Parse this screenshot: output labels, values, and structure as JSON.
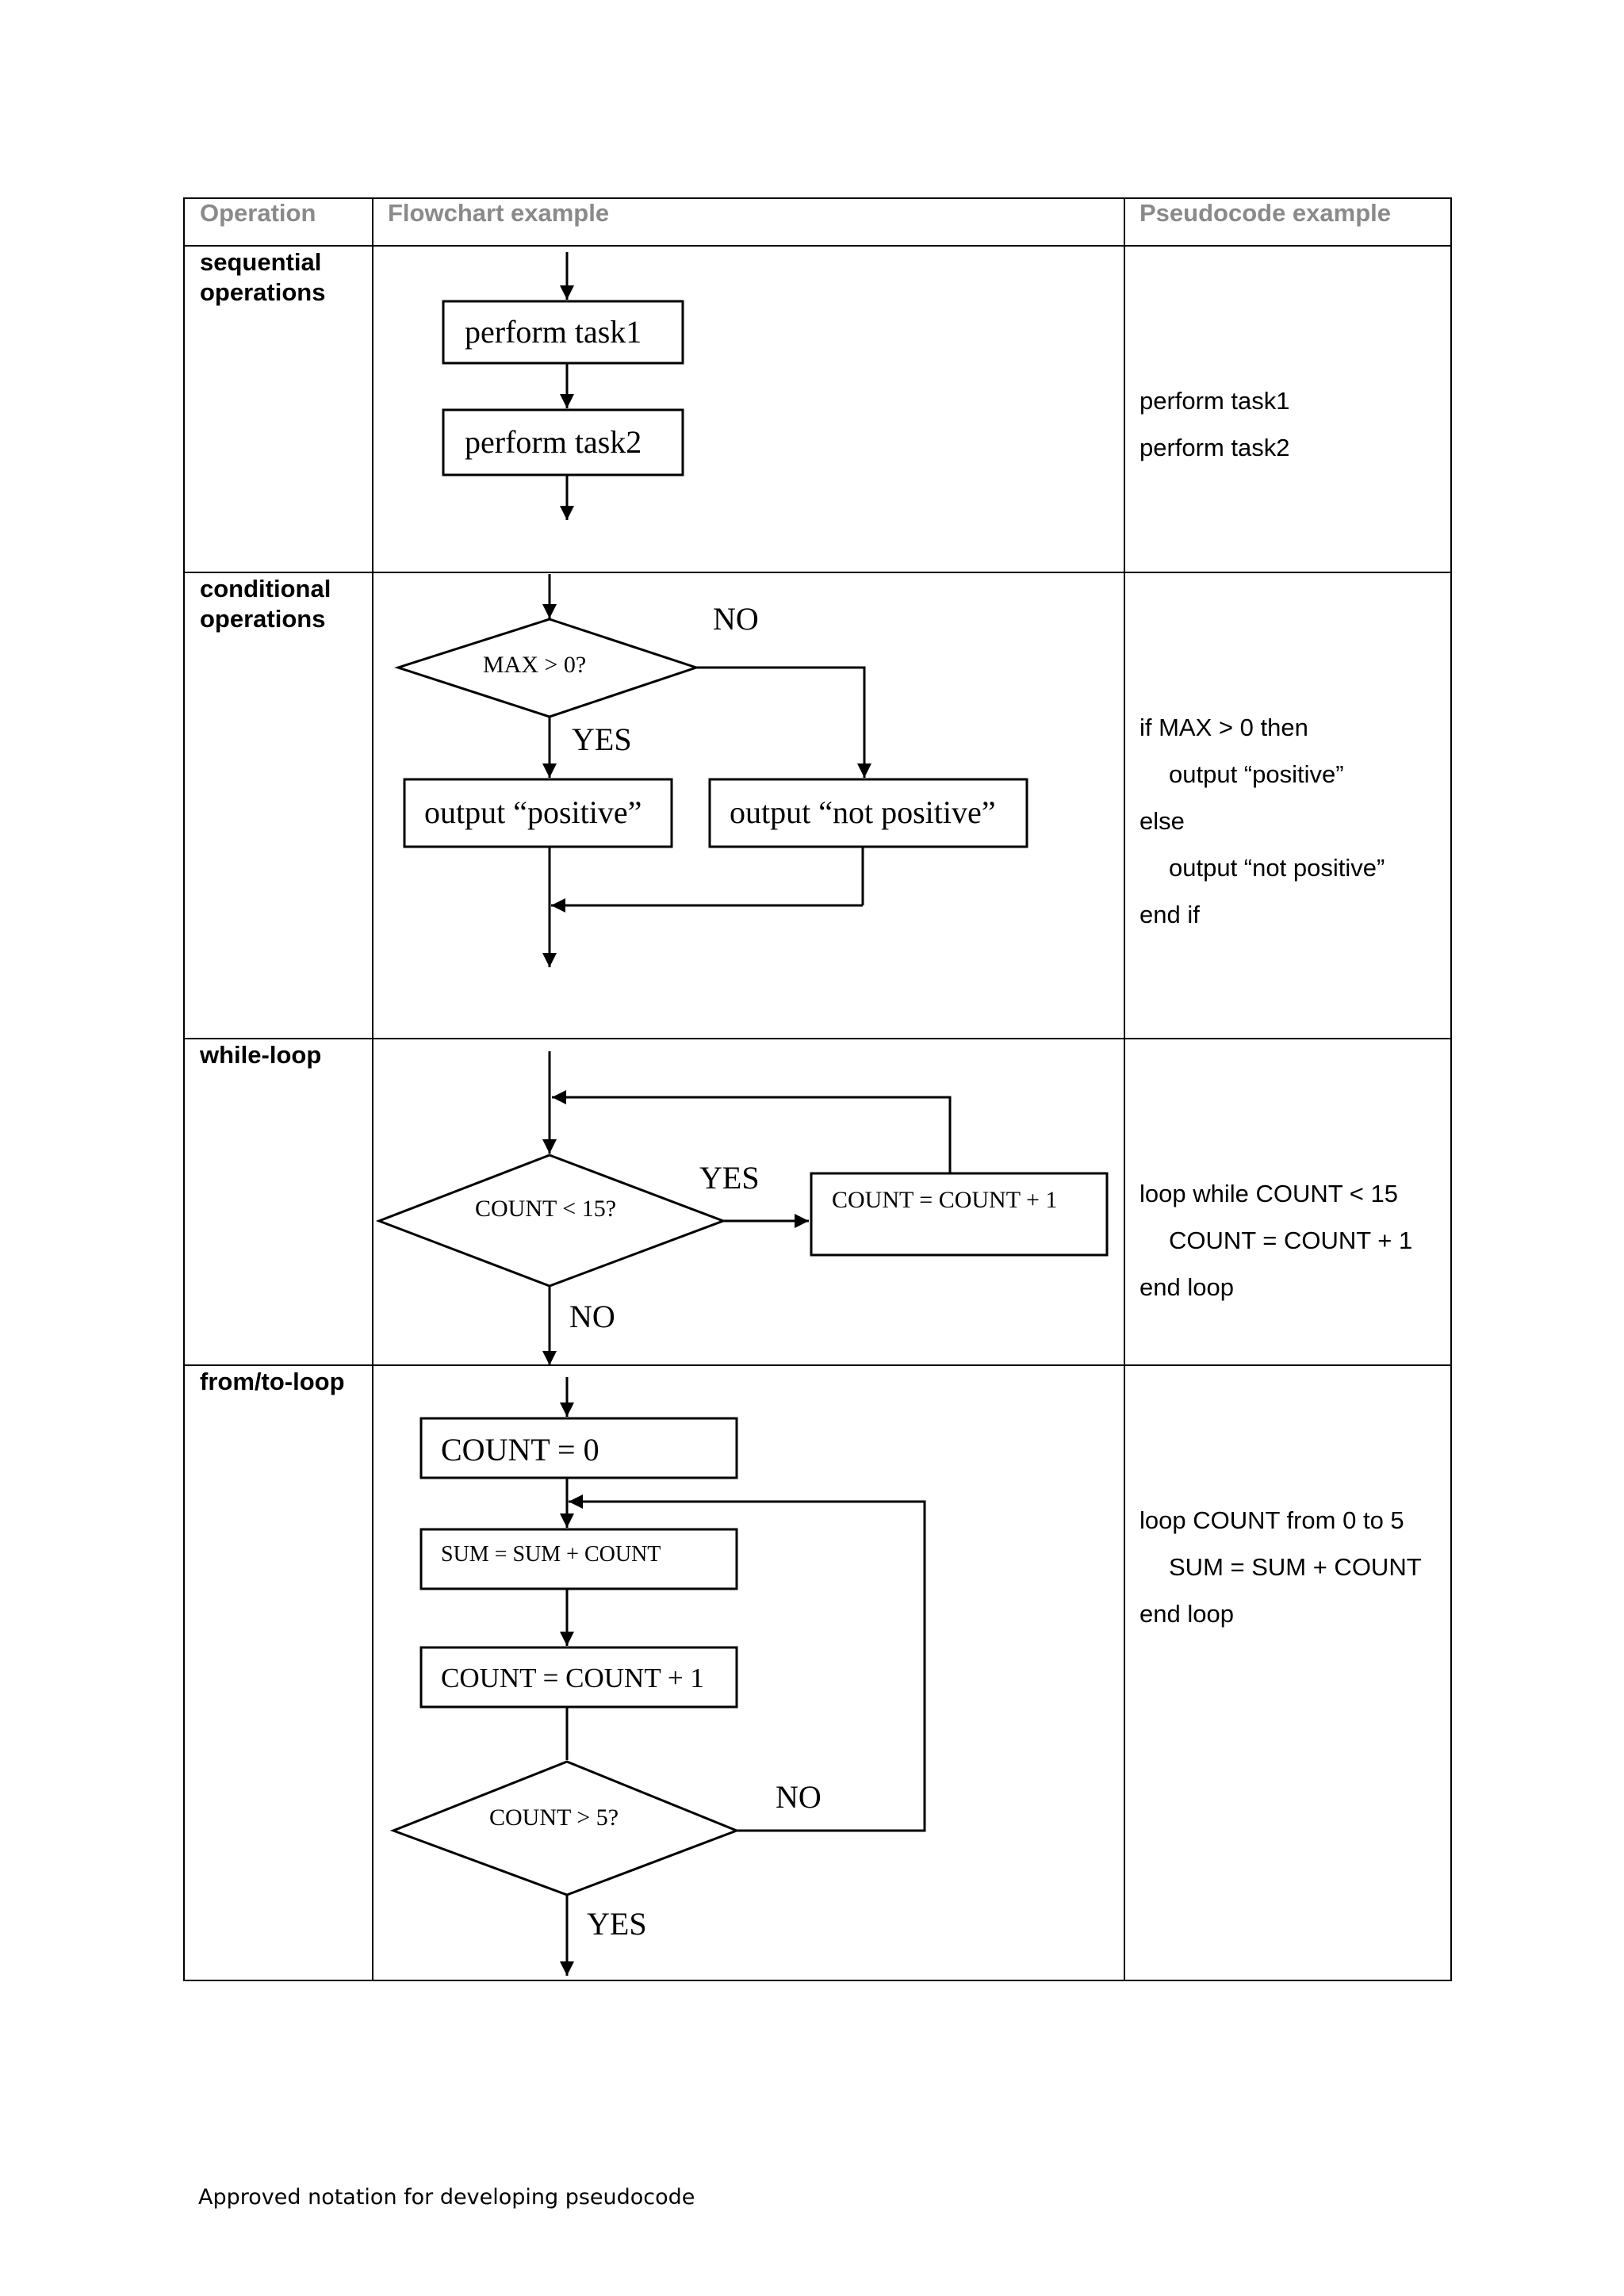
{
  "table": {
    "headers": {
      "operation": "Operation",
      "flowchart": "Flowchart example",
      "pseudocode": "Pseudocode example"
    },
    "rows": [
      {
        "operation": [
          "sequential",
          "operations"
        ],
        "flowchart": {
          "boxes": [
            "perform task1",
            "perform task2"
          ]
        },
        "pseudocode": [
          "perform task1",
          "perform task2"
        ]
      },
      {
        "operation": [
          "conditional",
          "operations"
        ],
        "flowchart": {
          "decision": "MAX > 0?",
          "no_label": "NO",
          "yes_label": "YES",
          "yes_box": "output “positive”",
          "no_box": "output “not positive”"
        },
        "pseudocode": [
          "if MAX > 0 then",
          "output “positive”",
          "else",
          "output “not positive”",
          "end if"
        ]
      },
      {
        "operation": [
          "while-loop"
        ],
        "flowchart": {
          "decision": "COUNT < 15?",
          "yes_label": "YES",
          "no_label": "NO",
          "box": "COUNT = COUNT + 1"
        },
        "pseudocode": [
          "loop while COUNT < 15",
          "COUNT = COUNT + 1",
          "end loop"
        ]
      },
      {
        "operation": [
          "from/to-loop"
        ],
        "flowchart": {
          "init_box": "COUNT = 0",
          "sum_box": "SUM = SUM + COUNT",
          "inc_box": "COUNT = COUNT + 1",
          "decision": "COUNT > 5?",
          "no_label": "NO",
          "yes_label": "YES"
        },
        "pseudocode": [
          "loop COUNT from 0 to 5",
          "SUM = SUM + COUNT",
          "end loop"
        ]
      }
    ]
  },
  "footer": "Approved notation for developing pseudocode"
}
